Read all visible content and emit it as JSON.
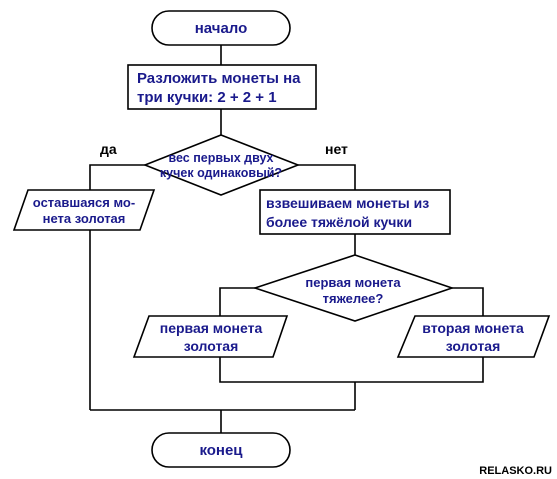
{
  "diagram": {
    "start": {
      "label": "начало"
    },
    "step_split": {
      "line1": "Разложить монеты на",
      "line2": "три кучки: 2 + 2 + 1"
    },
    "decision_equal": {
      "line1": "вес первых двух",
      "line2": "кучек одинаковый?"
    },
    "edge_yes": "да",
    "edge_no": "нет",
    "output_remaining": {
      "line1": "оставшаяся мо-",
      "line2": "нета золотая"
    },
    "step_weigh": {
      "line1": "взвешиваем монеты из",
      "line2": "более тяжёлой кучки"
    },
    "decision_first_heavier": {
      "line1": "первая монета",
      "line2": "тяжелее?"
    },
    "output_first": {
      "line1": "первая монета",
      "line2": "золотая"
    },
    "output_second": {
      "line1": "вторая монета",
      "line2": "золотая"
    },
    "end": {
      "label": "конец"
    }
  },
  "watermark": "RELASKO.RU",
  "colors": {
    "text": "#1a1a8c",
    "stroke": "#000000",
    "fill": "#ffffff"
  }
}
